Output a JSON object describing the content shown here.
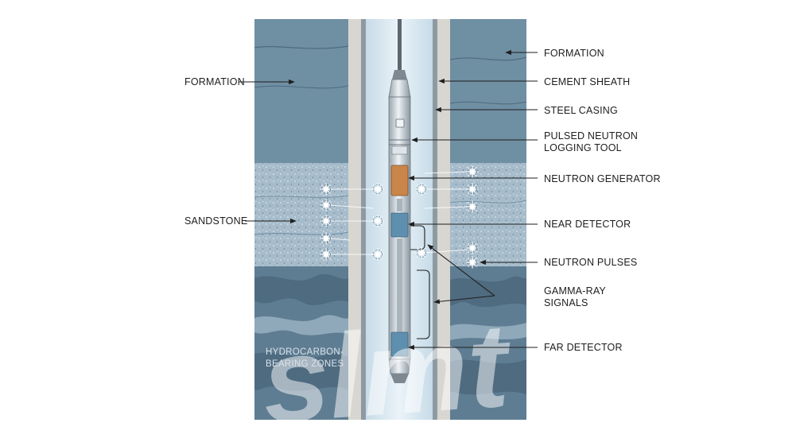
{
  "labels": {
    "formation_left": "FORMATION",
    "formation_right": "FORMATION",
    "sandstone": "SANDSTONE",
    "hydrocarbon_1": "HYDROCARBON-",
    "hydrocarbon_2": "BEARING ZONES",
    "cement_sheath": "CEMENT SHEATH",
    "steel_casing": "STEEL CASING",
    "logging_tool_1": "PULSED NEUTRON",
    "logging_tool_2": "LOGGING TOOL",
    "neutron_generator": "NEUTRON GENERATOR",
    "near_detector": "NEAR DETECTOR",
    "neutron_pulses": "NEUTRON PULSES",
    "gamma_ray_1": "GAMMA-RAY",
    "gamma_ray_2": "SIGNALS",
    "far_detector": "FAR DETECTOR"
  },
  "watermark": "slmt",
  "colors": {
    "formation": "#6f8fa3",
    "sandstone": "#a7bccb",
    "hydrocarbon_dark": "#4f6b80",
    "cement": "#d8d6d0",
    "casing": "#8e9aa3",
    "borehole_fluid": "#dbe9f2",
    "tool_body": "#c9d0d6",
    "generator": "#c9854a",
    "detector": "#5e8fae"
  }
}
